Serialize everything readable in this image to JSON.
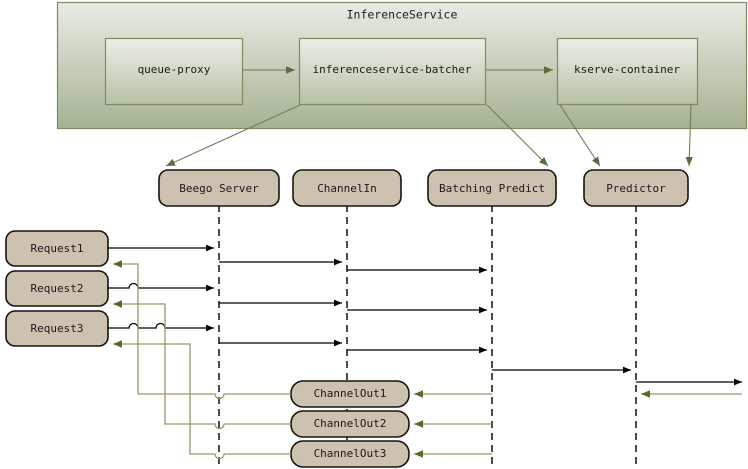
{
  "diagram": {
    "title": "InferenceService",
    "type": "sequence-diagram"
  },
  "group": {
    "label": "InferenceService",
    "boxes": [
      {
        "id": "queue-proxy",
        "label": "queue-proxy"
      },
      {
        "id": "inferenceservice-batcher",
        "label": "inferenceservice-batcher"
      },
      {
        "id": "kserve-container",
        "label": "kserve-container"
      }
    ]
  },
  "lifelines": [
    {
      "id": "beego-server",
      "label": "Beego Server"
    },
    {
      "id": "channelin",
      "label": "ChannelIn"
    },
    {
      "id": "batching-predict",
      "label": "Batching Predict"
    },
    {
      "id": "predictor",
      "label": "Predictor"
    }
  ],
  "requests": [
    {
      "id": "request1",
      "label": "Request1"
    },
    {
      "id": "request2",
      "label": "Request2"
    },
    {
      "id": "request3",
      "label": "Request3"
    }
  ],
  "channel_outs": [
    {
      "id": "channelout1",
      "label": "ChannelOut1"
    },
    {
      "id": "channelout2",
      "label": "ChannelOut2"
    },
    {
      "id": "channelout3",
      "label": "ChannelOut3"
    }
  ],
  "colors": {
    "group_top": "#e6e9e2",
    "group_bottom": "#a6b392",
    "group_border": "#7d8c5e",
    "activation_fill": "#cdc2b0",
    "activation_border": "#15140f",
    "lifeline": "#4b4b4b",
    "message_black": "#000000",
    "message_green": "#8f9c63",
    "connector": "#6f7d53",
    "background": "#ffffff"
  }
}
